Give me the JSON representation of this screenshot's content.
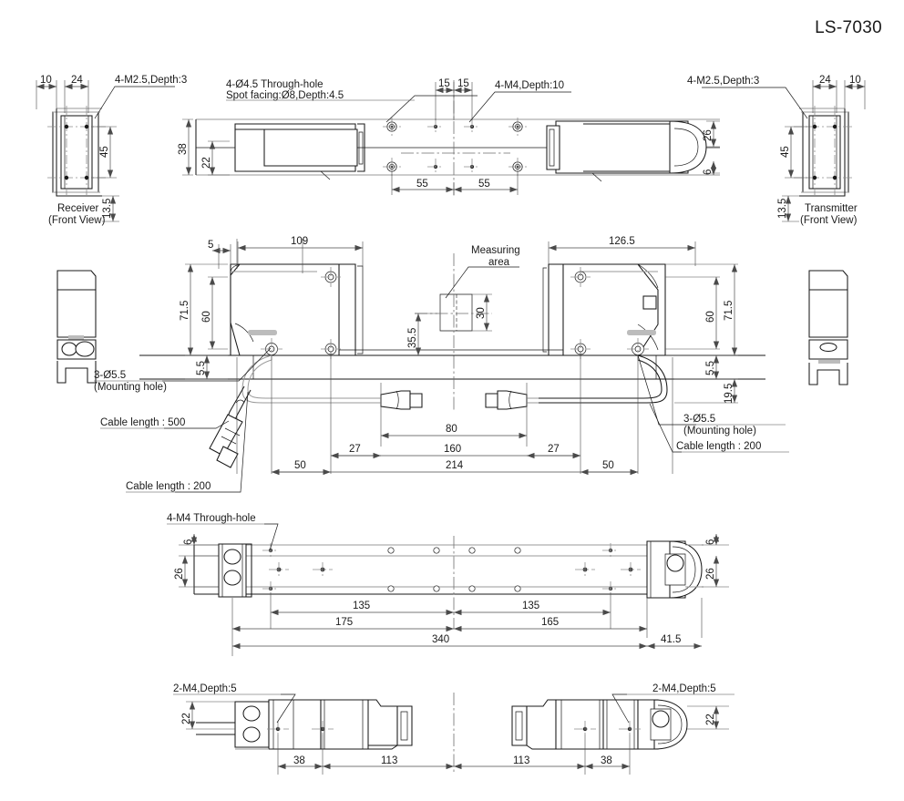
{
  "drawing": {
    "model_title": "LS-7030",
    "units_note": ""
  },
  "views": {
    "receiver_front": {
      "label_line1": "Receiver",
      "label_line2": "(Front View)",
      "dims": {
        "edge_offset": "10",
        "width": "24",
        "hole_pitch_v": "45",
        "base_height": "13.5"
      },
      "notes": {
        "tap": "4-M2.5,Depth:3"
      }
    },
    "transmitter_front": {
      "label_line1": "Transmitter",
      "label_line2": "(Front View)",
      "dims": {
        "edge_offset": "10",
        "width": "24",
        "hole_pitch_v": "45",
        "base_height": "13.5"
      },
      "notes": {
        "tap": "4-M2.5,Depth:3"
      }
    },
    "top_plan": {
      "notes": {
        "through_hole_l1": "4-Ø4.5 Through-hole",
        "through_hole_l2": "Spot facing:Ø8,Depth:4.5",
        "tap_m4": "4-M4,Depth:10"
      },
      "dims": {
        "height_38": "38",
        "height_22": "22",
        "pitch_left_55": "55",
        "pitch_right_55": "55",
        "center_15_left": "15",
        "center_15_right": "15",
        "right_26": "26",
        "right_6": "6"
      }
    },
    "middle_plan": {
      "notes": {
        "measuring_area_l1": "Measuring",
        "measuring_area_l2": "area",
        "mount_hole_left_l1": "3-Ø5.5",
        "mount_hole_left_l2": "(Mounting hole)",
        "mount_hole_right_l1": "3-Ø5.5",
        "mount_hole_right_l2": "(Mounting hole)",
        "cable_500": "Cable length : 500",
        "cable_200_left": "Cable length : 200",
        "cable_200_right": "Cable length : 200"
      },
      "dims": {
        "left_5": "5",
        "left_109": "109",
        "right_126_5": "126.5",
        "left_71_5": "71.5",
        "left_60": "60",
        "left_5_5": "5.5",
        "right_60": "60",
        "right_71_5": "71.5",
        "right_5_5": "5.5",
        "right_19_5": "19.5",
        "meas_30": "30",
        "meas_35_5": "35.5",
        "d_80": "80",
        "d_160": "160",
        "d_214": "214",
        "d_27_left": "27",
        "d_27_right": "27",
        "d_50_left": "50",
        "d_50_right": "50"
      }
    },
    "bottom_plan": {
      "notes": {
        "through_hole": "4-M4 Through-hole"
      },
      "dims": {
        "h_6_left": "6",
        "h_26_left": "26",
        "h_6_right": "6",
        "h_26_right": "26",
        "d_135_left": "135",
        "d_135_right": "135",
        "d_175": "175",
        "d_165": "165",
        "d_340": "340",
        "d_41_5": "41.5"
      }
    },
    "end_sections": {
      "notes": {
        "tap_left": "2-M4,Depth:5",
        "tap_right": "2-M4,Depth:5"
      },
      "dims": {
        "h_22_left": "22",
        "h_22_right": "22",
        "d_38_left": "38",
        "d_113_left": "113",
        "d_113_right": "113",
        "d_38_right": "38"
      }
    }
  },
  "colors": {
    "outline": "#1a1a1a",
    "construction": "#9a9a9a",
    "dimension": "#4a4a4a",
    "center": "#6f6f6f",
    "background": "#ffffff"
  }
}
